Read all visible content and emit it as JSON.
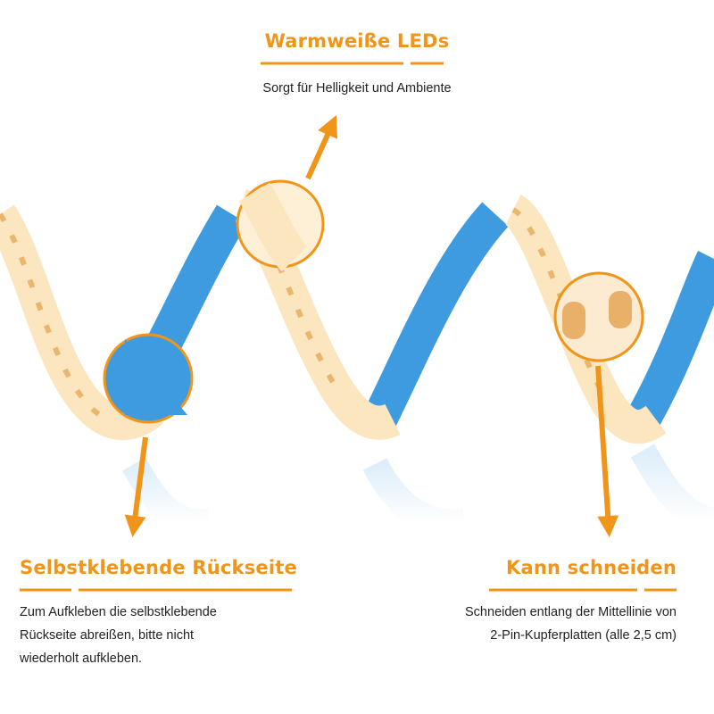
{
  "features": {
    "top": {
      "title": "Warmweiße LEDs",
      "lines": [
        "Sorgt für Helligkeit und Ambiente"
      ]
    },
    "left": {
      "title": "Selbstklebende Rückseite",
      "lines": [
        "Zum Aufkleben die selbstklebende",
        "Rückseite abreißen, bitte nicht",
        "wiederholt aufkleben."
      ]
    },
    "right": {
      "title": "Kann schneiden",
      "lines": [
        "Schneiden entlang der Mittellinie von",
        "2-Pin-Kupferplatten (alle 2,5 cm)"
      ]
    }
  },
  "colors": {
    "accent": "#f0951a",
    "strip_back": "#3f9be0",
    "strip_front": "#fbe6c0",
    "led": "#eab66e",
    "text": "#222222"
  },
  "icons": [
    "magnifier-circle",
    "arrow"
  ]
}
